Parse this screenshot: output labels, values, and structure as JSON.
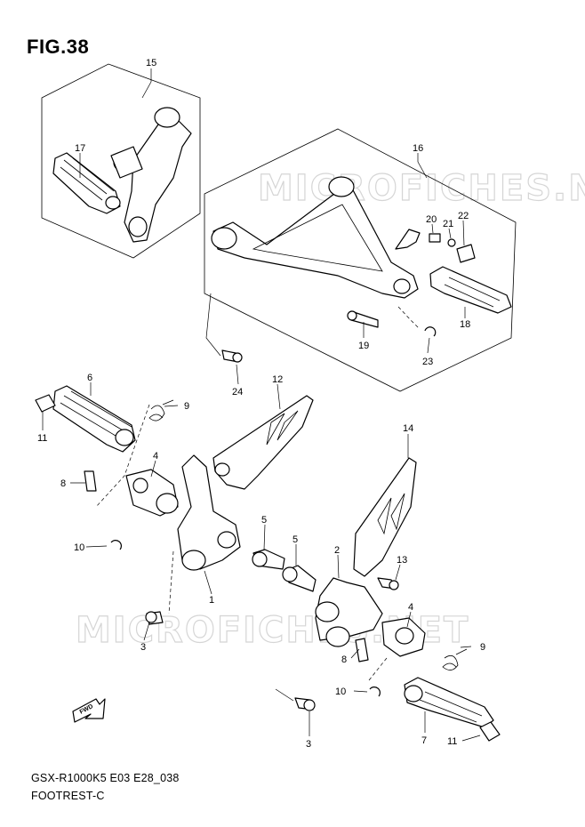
{
  "figure": {
    "title": "FIG.38"
  },
  "footer": {
    "code": "GSX-R1000K5 E03 E28_038",
    "name": "FOOTREST-C"
  },
  "watermark": {
    "text": "MICROFICHES.NET"
  },
  "callouts": {
    "c15": "15",
    "c17": "17",
    "c16": "16",
    "c20": "20",
    "c21": "21",
    "c22": "22",
    "c18": "18",
    "c19": "19",
    "c23": "23",
    "c24": "24",
    "c6": "6",
    "c9a": "9",
    "c12": "12",
    "c11a": "11",
    "c4a": "4",
    "c8a": "8",
    "c14": "14",
    "c5a": "5",
    "c5b": "5",
    "c10a": "10",
    "c2": "2",
    "c13": "13",
    "c1": "1",
    "c3a": "3",
    "c4b": "4",
    "c8b": "8",
    "c9b": "9",
    "c10b": "10",
    "c3b": "3",
    "c7": "7",
    "c11b": "11"
  },
  "icons": {
    "fwd_arrow": "fwd-arrow-icon",
    "fwd_label": "FWD"
  }
}
